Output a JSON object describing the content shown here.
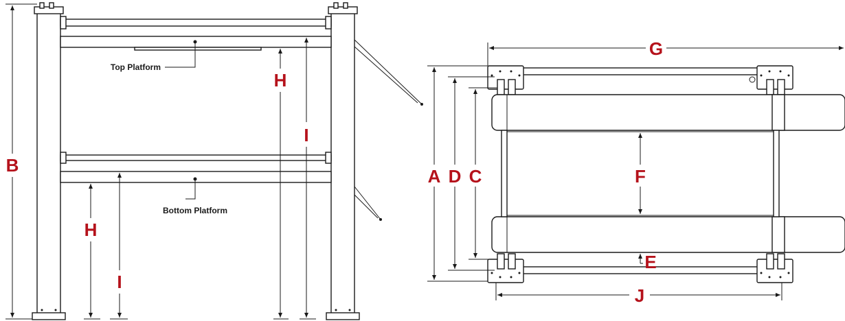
{
  "side_view": {
    "labels": {
      "top_platform": "Top Platform",
      "bottom_platform": "Bottom Platform",
      "b": "B",
      "h_top": "H",
      "i_top": "I",
      "h_bottom": "H",
      "i_bottom": "I"
    }
  },
  "top_view": {
    "labels": {
      "a": "A",
      "c": "C",
      "d": "D",
      "e": "E",
      "f": "F",
      "g": "G",
      "j": "J"
    }
  },
  "colors": {
    "dimension_letter": "#b5121b",
    "line": "#1a1a1a"
  }
}
